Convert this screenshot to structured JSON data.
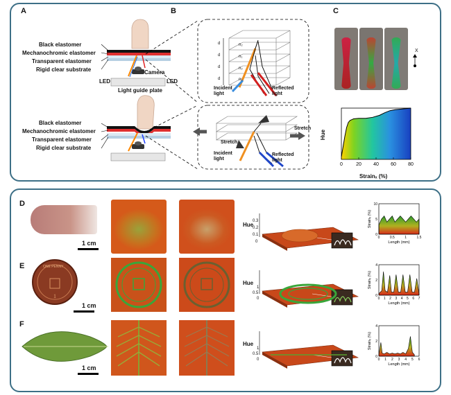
{
  "panels": {
    "A": "A",
    "B": "B",
    "C": "C",
    "D": "D",
    "E": "E",
    "F": "F"
  },
  "panelA": {
    "top_labels": [
      "Black elastomer",
      "Mechanochromic elastomer",
      "Transparent elastomer",
      "Rigid clear substrate"
    ],
    "camera": "Camera",
    "led_left": "LED",
    "led_right": "LED",
    "plate": "Light guide plate",
    "bottom_labels": [
      "Black elastomer",
      "Mechanochromic elastomer",
      "Transparent elastomer",
      "Rigid clear substrate"
    ]
  },
  "panelB": {
    "d": "d",
    "n_layers": [
      "n₂",
      "n₁",
      "n₂",
      "n₁"
    ],
    "incident": "Incident light",
    "reflected": "Reflected light",
    "stretch": "Stretch",
    "incident2": "Incident light",
    "reflected2": "Reflected light"
  },
  "panelC": {
    "axis_x_letter": "X",
    "chart_data": {
      "type": "area",
      "xlabel": "Strainₓ (%)",
      "ylabel": "Hue",
      "xlim": [
        0,
        80
      ],
      "xticks": [
        "0",
        "20",
        "40",
        "60",
        "80"
      ],
      "x": [
        0,
        2,
        4,
        6,
        8,
        10,
        14,
        20,
        28,
        36,
        44,
        50,
        56,
        62,
        68,
        74,
        80
      ],
      "y": [
        0.05,
        0.25,
        0.45,
        0.62,
        0.72,
        0.76,
        0.79,
        0.8,
        0.8,
        0.82,
        0.86,
        0.91,
        0.95,
        0.97,
        0.98,
        0.99,
        1.0
      ]
    }
  },
  "rowD": {
    "scale": "1 cm",
    "hue_axis": "Hue",
    "hue_ticks": [
      "0.3",
      "0.2",
      "0.1",
      "0"
    ],
    "chart_data": {
      "type": "area",
      "xlabel": "Length (mm)",
      "ylabel": "Strainₓ (%)",
      "yticks": [
        "10",
        "5",
        "0"
      ],
      "xticks": [
        "0",
        "0.5",
        "1",
        "1.5"
      ],
      "x": [
        0,
        0.1,
        0.2,
        0.3,
        0.4,
        0.5,
        0.6,
        0.7,
        0.8,
        0.9,
        1.0,
        1.1,
        1.2,
        1.3,
        1.4,
        1.5
      ],
      "y": [
        3,
        5,
        6,
        4,
        5,
        6,
        4,
        5,
        6,
        5,
        4,
        5,
        6,
        5,
        4,
        5
      ]
    }
  },
  "rowE": {
    "scale": "1 cm",
    "hue_axis": "Hue",
    "hue_ticks": [
      "1",
      "0.5",
      "0"
    ],
    "coin_text": "ONE PENNY",
    "chart_data": {
      "type": "area",
      "xlabel": "Length (mm)",
      "ylabel": "Strainₓ (%)",
      "yticks": [
        "4",
        "2",
        "0"
      ],
      "xticks": [
        "0",
        "1",
        "2",
        "3",
        "4",
        "5",
        "6",
        "7"
      ],
      "x": [
        0,
        0.5,
        0.8,
        1.1,
        1.5,
        1.9,
        2.2,
        2.6,
        3.0,
        3.4,
        3.8,
        4.2,
        4.6,
        5.0,
        5.4,
        5.8,
        6.2,
        6.6,
        7.0
      ],
      "y": [
        0.2,
        0.6,
        3.1,
        0.6,
        0.4,
        2.6,
        0.4,
        0.4,
        2.7,
        0.4,
        0.4,
        2.7,
        0.4,
        0.4,
        2.7,
        0.4,
        0.4,
        2.2,
        0.2
      ]
    }
  },
  "rowF": {
    "scale": "1 cm",
    "hue_axis": "Hue",
    "hue_ticks": [
      "1",
      "0.5",
      "0"
    ],
    "chart_data": {
      "type": "area",
      "xlabel": "Length (mm)",
      "ylabel": "Strainₓ (%)",
      "yticks": [
        "4",
        "2",
        "0"
      ],
      "xticks": [
        "0",
        "1",
        "2",
        "3",
        "4",
        "5",
        "6"
      ],
      "x": [
        0,
        0.3,
        0.5,
        0.8,
        1.2,
        1.6,
        2.0,
        2.4,
        2.8,
        3.2,
        3.6,
        4.0,
        4.4,
        4.7,
        5.0,
        5.3
      ],
      "y": [
        0.2,
        1.8,
        0.4,
        0.3,
        0.5,
        0.3,
        0.4,
        0.3,
        0.4,
        0.3,
        0.5,
        0.3,
        1.0,
        2.6,
        0.5,
        0.2
      ]
    }
  },
  "colors": {
    "frame": "#3d6f86",
    "red": "#d21e1e",
    "green": "#3aa63a",
    "orange": "#c84a12"
  }
}
